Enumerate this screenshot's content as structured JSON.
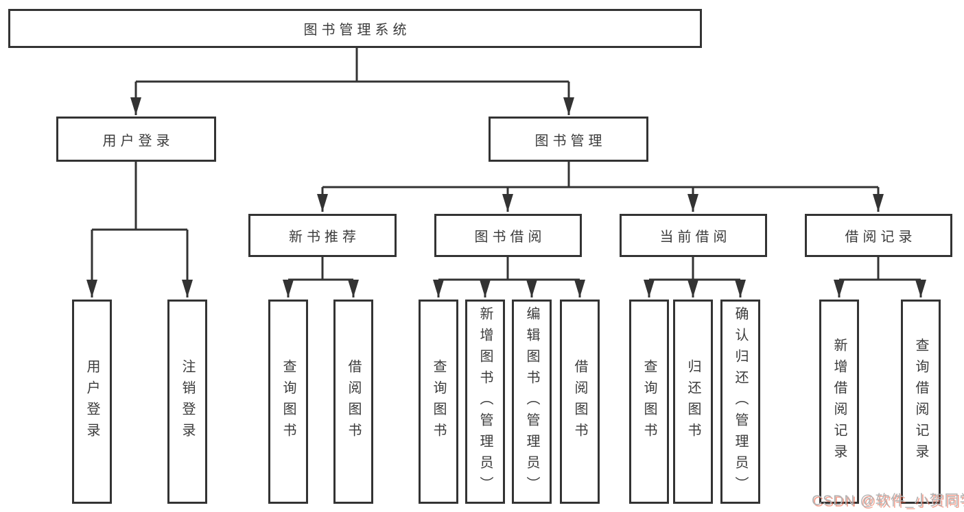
{
  "tree": {
    "root": {
      "label": "图书管理系统"
    },
    "children": [
      {
        "label": "用户登录",
        "children": [
          {
            "label": "用户登录"
          },
          {
            "label": "注销登录"
          }
        ]
      },
      {
        "label": "图书管理",
        "children": [
          {
            "label": "新书推荐",
            "children": [
              {
                "label": "查询图书"
              },
              {
                "label": "借阅图书"
              }
            ]
          },
          {
            "label": "图书借阅",
            "children": [
              {
                "label": "查询图书"
              },
              {
                "label": "新增图书（管理员）"
              },
              {
                "label": "编辑图书（管理员）"
              },
              {
                "label": "借阅图书"
              }
            ]
          },
          {
            "label": "当前借阅",
            "children": [
              {
                "label": "查询图书"
              },
              {
                "label": "归还图书"
              },
              {
                "label": "确认归还（管理员）"
              }
            ]
          },
          {
            "label": "借阅记录",
            "children": [
              {
                "label": "新增借阅记录"
              },
              {
                "label": "查询借阅记录"
              }
            ]
          }
        ]
      }
    ]
  },
  "watermark": {
    "text": "CSDN @软件_小贺同学"
  },
  "colors": {
    "line": "#333333",
    "text": "#3b3b3b",
    "background": "#ffffff",
    "watermark_gray": "#b3b3b3",
    "watermark_red": "#eb5a3c"
  }
}
